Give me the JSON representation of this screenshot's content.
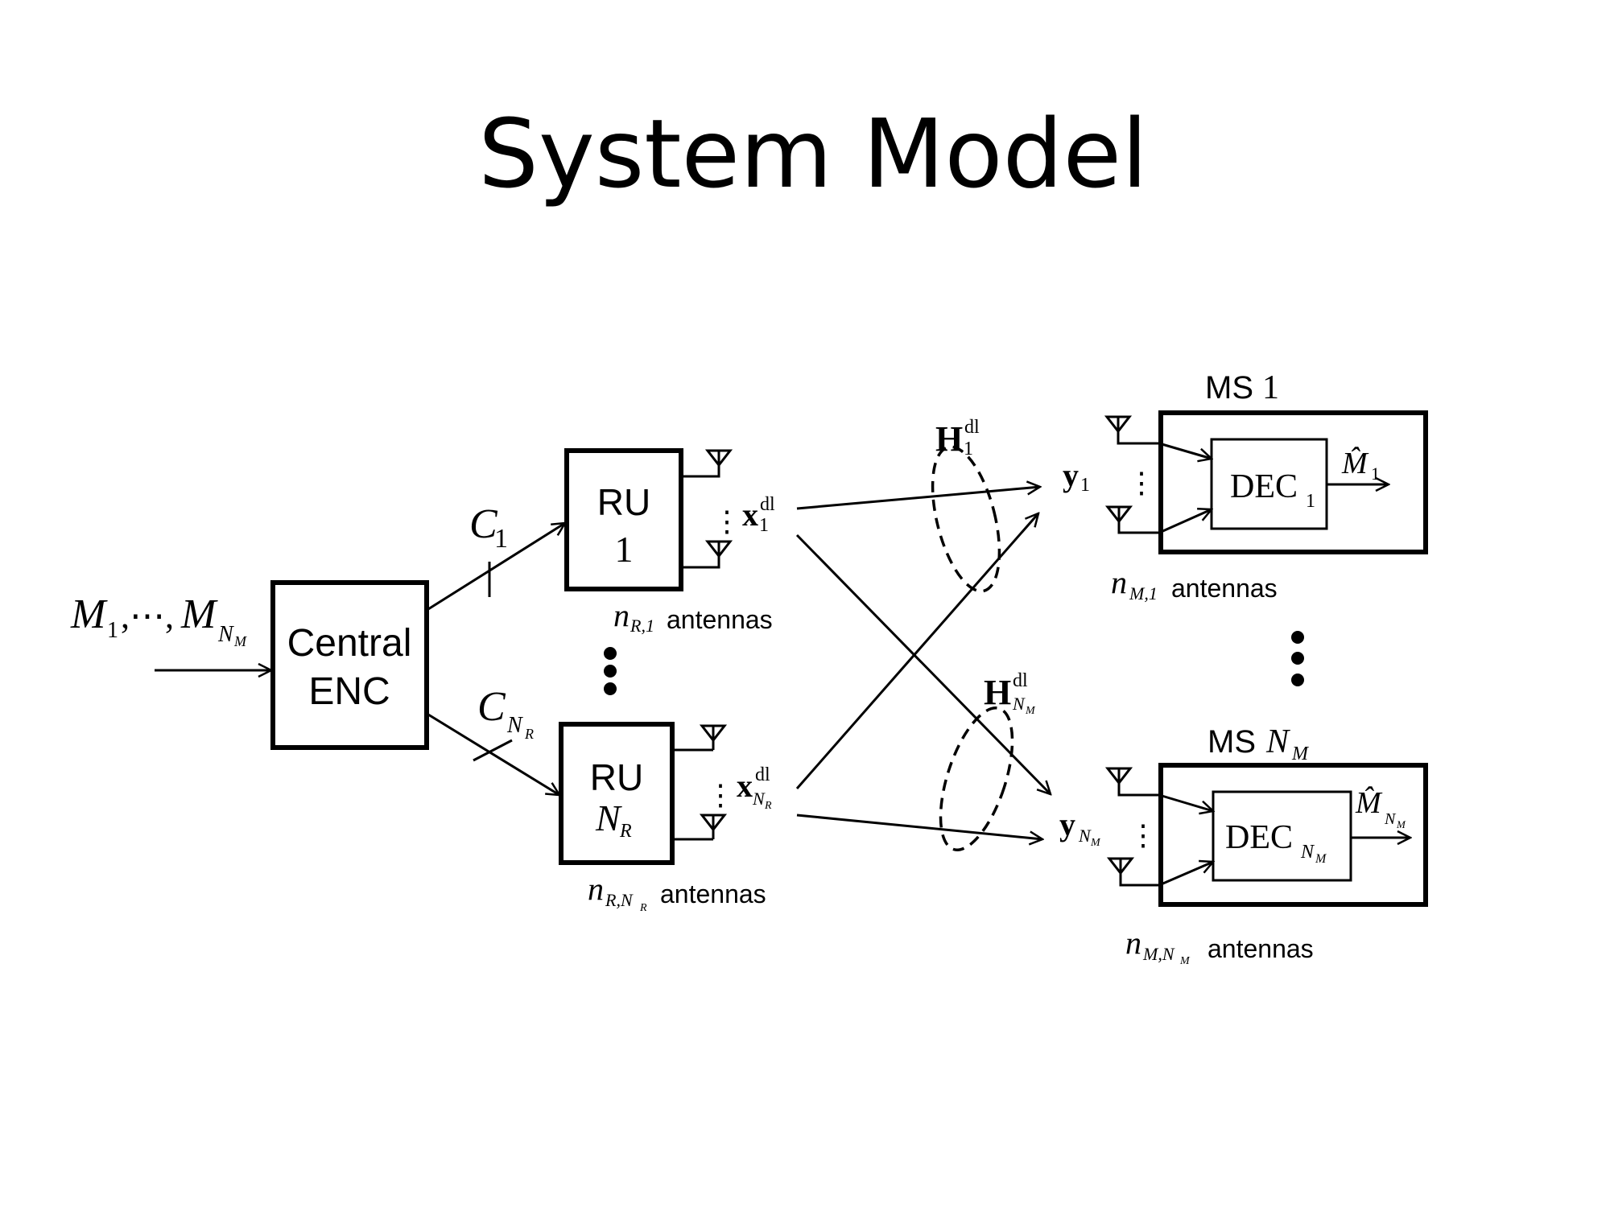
{
  "slide": {
    "title": "System Model"
  },
  "input": {
    "messages_label": "M",
    "messages_sub1": "1",
    "messages_sep": ",⋯,",
    "messages_sub_n": "N",
    "messages_sub_n_sub": "M"
  },
  "encoder": {
    "line1": "Central",
    "line2": "ENC"
  },
  "links": {
    "c1_label": "C",
    "c1_sub": "1",
    "cn_label": "C",
    "cn_sub": "N",
    "cn_sub_sub": "R"
  },
  "ru1": {
    "line1": "RU",
    "line2": "1",
    "signal": "x",
    "signal_sup": "dl",
    "signal_sub": "1",
    "antennas_var": "n",
    "antennas_sub": "R,1",
    "antennas_text": "antennas",
    "antenna_dots": "⋮"
  },
  "ruN": {
    "line1": "RU",
    "line2": "N",
    "line2_sub": "R",
    "signal": "x",
    "signal_sup": "dl",
    "signal_sub": "N",
    "signal_sub_sub": "R",
    "antennas_var": "n",
    "antennas_sub": "R,N",
    "antennas_sub_sub": "R",
    "antennas_text": "antennas",
    "antenna_dots": "⋮"
  },
  "channels": {
    "h1": "H",
    "h1_sup": "dl",
    "h1_sub": "1",
    "hN": "H",
    "hN_sup": "dl",
    "hN_sub": "N",
    "hN_sub_sub": "M"
  },
  "ms1": {
    "title": "MS",
    "title_num": "1",
    "signal": "y",
    "signal_sub": "1",
    "decoder": "DEC",
    "decoder_sub": "1",
    "output": "M̂",
    "output_sub": "1",
    "antennas_var": "n",
    "antennas_sub": "M,1",
    "antennas_text": "antennas",
    "antenna_dots": "⋮"
  },
  "msN": {
    "title": "MS",
    "title_var": "N",
    "title_var_sub": "M",
    "signal": "y",
    "signal_sub": "N",
    "signal_sub_sub": "M",
    "decoder": "DEC",
    "decoder_sub": "N",
    "decoder_sub_sub": "M",
    "output": "M̂",
    "output_sub": "N",
    "output_sub_sub": "M",
    "antennas_var": "n",
    "antennas_sub": "M,N",
    "antennas_sub_sub": "M",
    "antennas_text": "antennas",
    "antenna_dots": "⋮"
  }
}
